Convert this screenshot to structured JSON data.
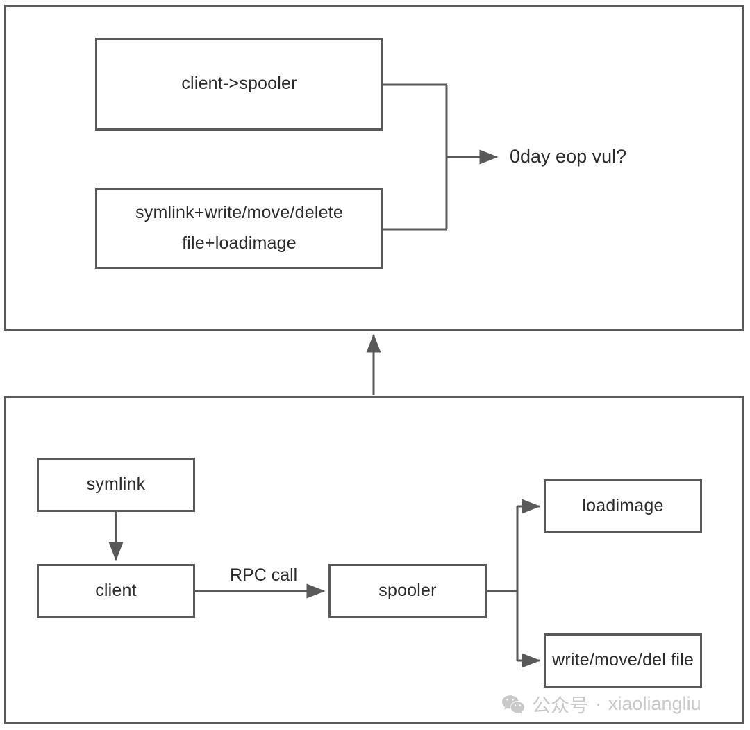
{
  "diagram": {
    "title_text": "",
    "colors": {
      "stroke": "#595959",
      "text": "#2b2b2b",
      "background": "#ffffff",
      "watermark": "#c9c9c9"
    },
    "top_panel": {
      "name": "attack-surface-panel",
      "nodes": [
        {
          "id": "client-spooler",
          "label": "client->spooler"
        },
        {
          "id": "symlink-combo",
          "label_line1": "symlink+write/move/delete",
          "label_line2": "file+loadimage"
        }
      ],
      "outcome_label": "0day eop vul?"
    },
    "bottom_panel": {
      "name": "spooler-flow-panel",
      "nodes": [
        {
          "id": "symlink",
          "label": "symlink"
        },
        {
          "id": "client",
          "label": "client"
        },
        {
          "id": "spooler",
          "label": "spooler"
        },
        {
          "id": "loadimage",
          "label": "loadimage"
        },
        {
          "id": "write-move-del-file",
          "label": "write/move/del file"
        }
      ],
      "edge_labels": [
        {
          "id": "client-to-spooler",
          "label": "RPC call"
        }
      ]
    },
    "watermark": {
      "icon": "wechat-icon",
      "prefix": "公众号",
      "separator": "·",
      "account": "xiaoliangliu"
    }
  }
}
